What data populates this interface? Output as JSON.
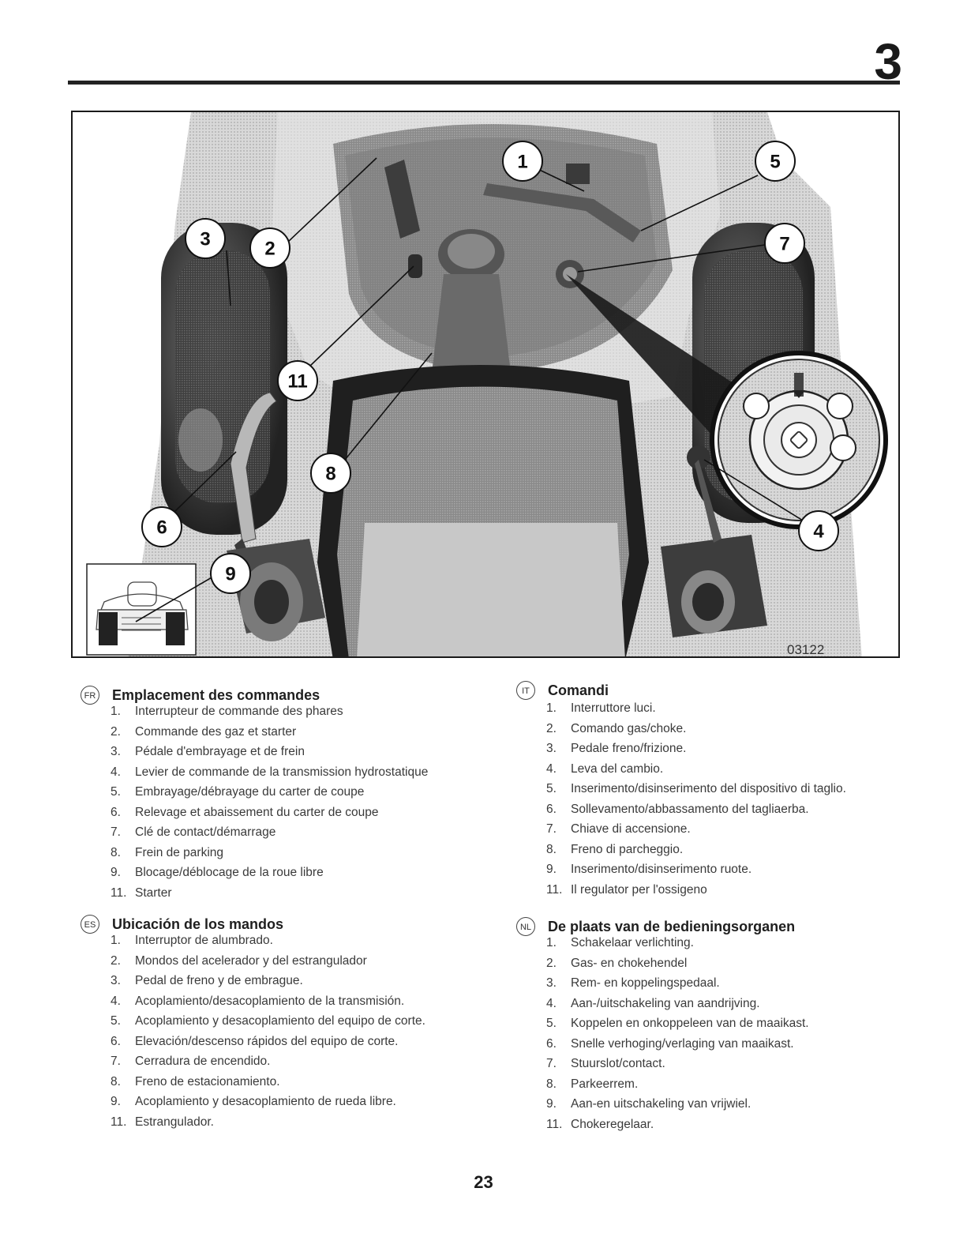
{
  "chapter_number": "3",
  "figure": {
    "code": "03122",
    "callouts": [
      "1",
      "2",
      "3",
      "4",
      "5",
      "6",
      "7",
      "8",
      "9",
      "11"
    ]
  },
  "sections": {
    "fr": {
      "badge": "FR",
      "title": "Emplacement des commandes",
      "items": [
        {
          "num": "1.",
          "text": "Interrupteur de commande des phares"
        },
        {
          "num": "2.",
          "text": "Commande des gaz et starter"
        },
        {
          "num": "3.",
          "text": "Pédale d'embrayage et de frein"
        },
        {
          "num": "4.",
          "text": "Levier de commande de la transmission hydrostatique"
        },
        {
          "num": "5.",
          "text": "Embrayage/débrayage du carter de coupe"
        },
        {
          "num": "6.",
          "text": "Relevage et abaissement du carter de coupe"
        },
        {
          "num": "7.",
          "text": "Clé de contact/démarrage"
        },
        {
          "num": "8.",
          "text": "Frein de parking"
        },
        {
          "num": "9.",
          "text": "Blocage/déblocage de la roue libre"
        },
        {
          "num": "11.",
          "text": "Starter"
        }
      ]
    },
    "it": {
      "badge": "IT",
      "title": "Comandi",
      "items": [
        {
          "num": "1.",
          "text": "Interruttore luci."
        },
        {
          "num": "2.",
          "text": "Comando gas/choke."
        },
        {
          "num": "3.",
          "text": "Pedale freno/frizione."
        },
        {
          "num": "4.",
          "text": "Leva del cambio."
        },
        {
          "num": "5.",
          "text": "Inserimento/disinserimento del dispositivo di taglio."
        },
        {
          "num": "6.",
          "text": "Sollevamento/abbassamento del tagliaerba."
        },
        {
          "num": "7.",
          "text": "Chiave di accensione."
        },
        {
          "num": "8.",
          "text": "Freno di parcheggio."
        },
        {
          "num": "9.",
          "text": "Inserimento/disinserimento ruote."
        },
        {
          "num": "11.",
          "text": "Il regulator per l'ossigeno"
        }
      ]
    },
    "es": {
      "badge": "ES",
      "title": "Ubicación de los mandos",
      "items": [
        {
          "num": "1.",
          "text": "Interruptor de alumbrado."
        },
        {
          "num": "2.",
          "text": "Mondos del acelerador y del estrangulador"
        },
        {
          "num": "3.",
          "text": "Pedal de freno y de embrague."
        },
        {
          "num": "4.",
          "text": "Acoplamiento/desacoplamiento de la transmisión."
        },
        {
          "num": "5.",
          "text": "Acoplamiento y desacoplamiento del equipo de corte."
        },
        {
          "num": "6.",
          "text": "Elevación/descenso rápidos del equipo de corte."
        },
        {
          "num": "7.",
          "text": "Cerradura de encendido."
        },
        {
          "num": "8.",
          "text": "Freno de estacionamiento."
        },
        {
          "num": "9.",
          "text": "Acoplamiento y desacoplamiento de rueda libre."
        },
        {
          "num": "11.",
          "text": "Estrangulador."
        }
      ]
    },
    "nl": {
      "badge": "NL",
      "title": "De plaats van de bedieningsorganen",
      "items": [
        {
          "num": "1.",
          "text": "Schakelaar verlichting."
        },
        {
          "num": "2.",
          "text": "Gas- en chokehendel"
        },
        {
          "num": "3.",
          "text": "Rem- en koppelingspedaal."
        },
        {
          "num": "4.",
          "text": "Aan-/uitschakeling van aandrijving."
        },
        {
          "num": "5.",
          "text": "Koppelen en onkoppeleen van de maaikast."
        },
        {
          "num": "6.",
          "text": "Snelle verhoging/verlaging van maaikast."
        },
        {
          "num": "7.",
          "text": "Stuurslot/contact."
        },
        {
          "num": "8.",
          "text": "Parkeerrem."
        },
        {
          "num": "9.",
          "text": "Aan-en uitschakeling van vrijwiel."
        },
        {
          "num": "11.",
          "text": "Chokeregelaar."
        }
      ]
    }
  },
  "page_number": "23"
}
